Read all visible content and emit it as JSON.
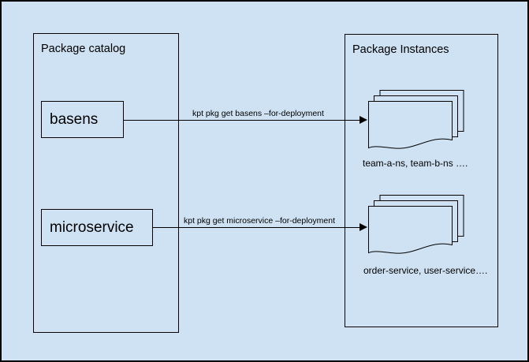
{
  "diagram": {
    "colors": {
      "background": "#cfe2f3",
      "stroke": "#000000",
      "text": "#000000"
    },
    "catalog": {
      "title": "Package catalog",
      "packages": [
        {
          "label": "basens"
        },
        {
          "label": "microservice"
        }
      ]
    },
    "instances": {
      "title": "Package Instances",
      "stacks": [
        {
          "icon": "document-stack-icon",
          "caption": "team-a-ns, team-b-ns …."
        },
        {
          "icon": "document-stack-icon",
          "caption": "order-service, user-service…."
        }
      ]
    },
    "flows": [
      {
        "from": "basens",
        "to": "team-a-ns, team-b-ns ….",
        "command": "kpt pkg get basens –for-deployment"
      },
      {
        "from": "microservice",
        "to": "order-service, user-service….",
        "command": "kpt pkg get microservice –for-deployment"
      }
    ]
  }
}
